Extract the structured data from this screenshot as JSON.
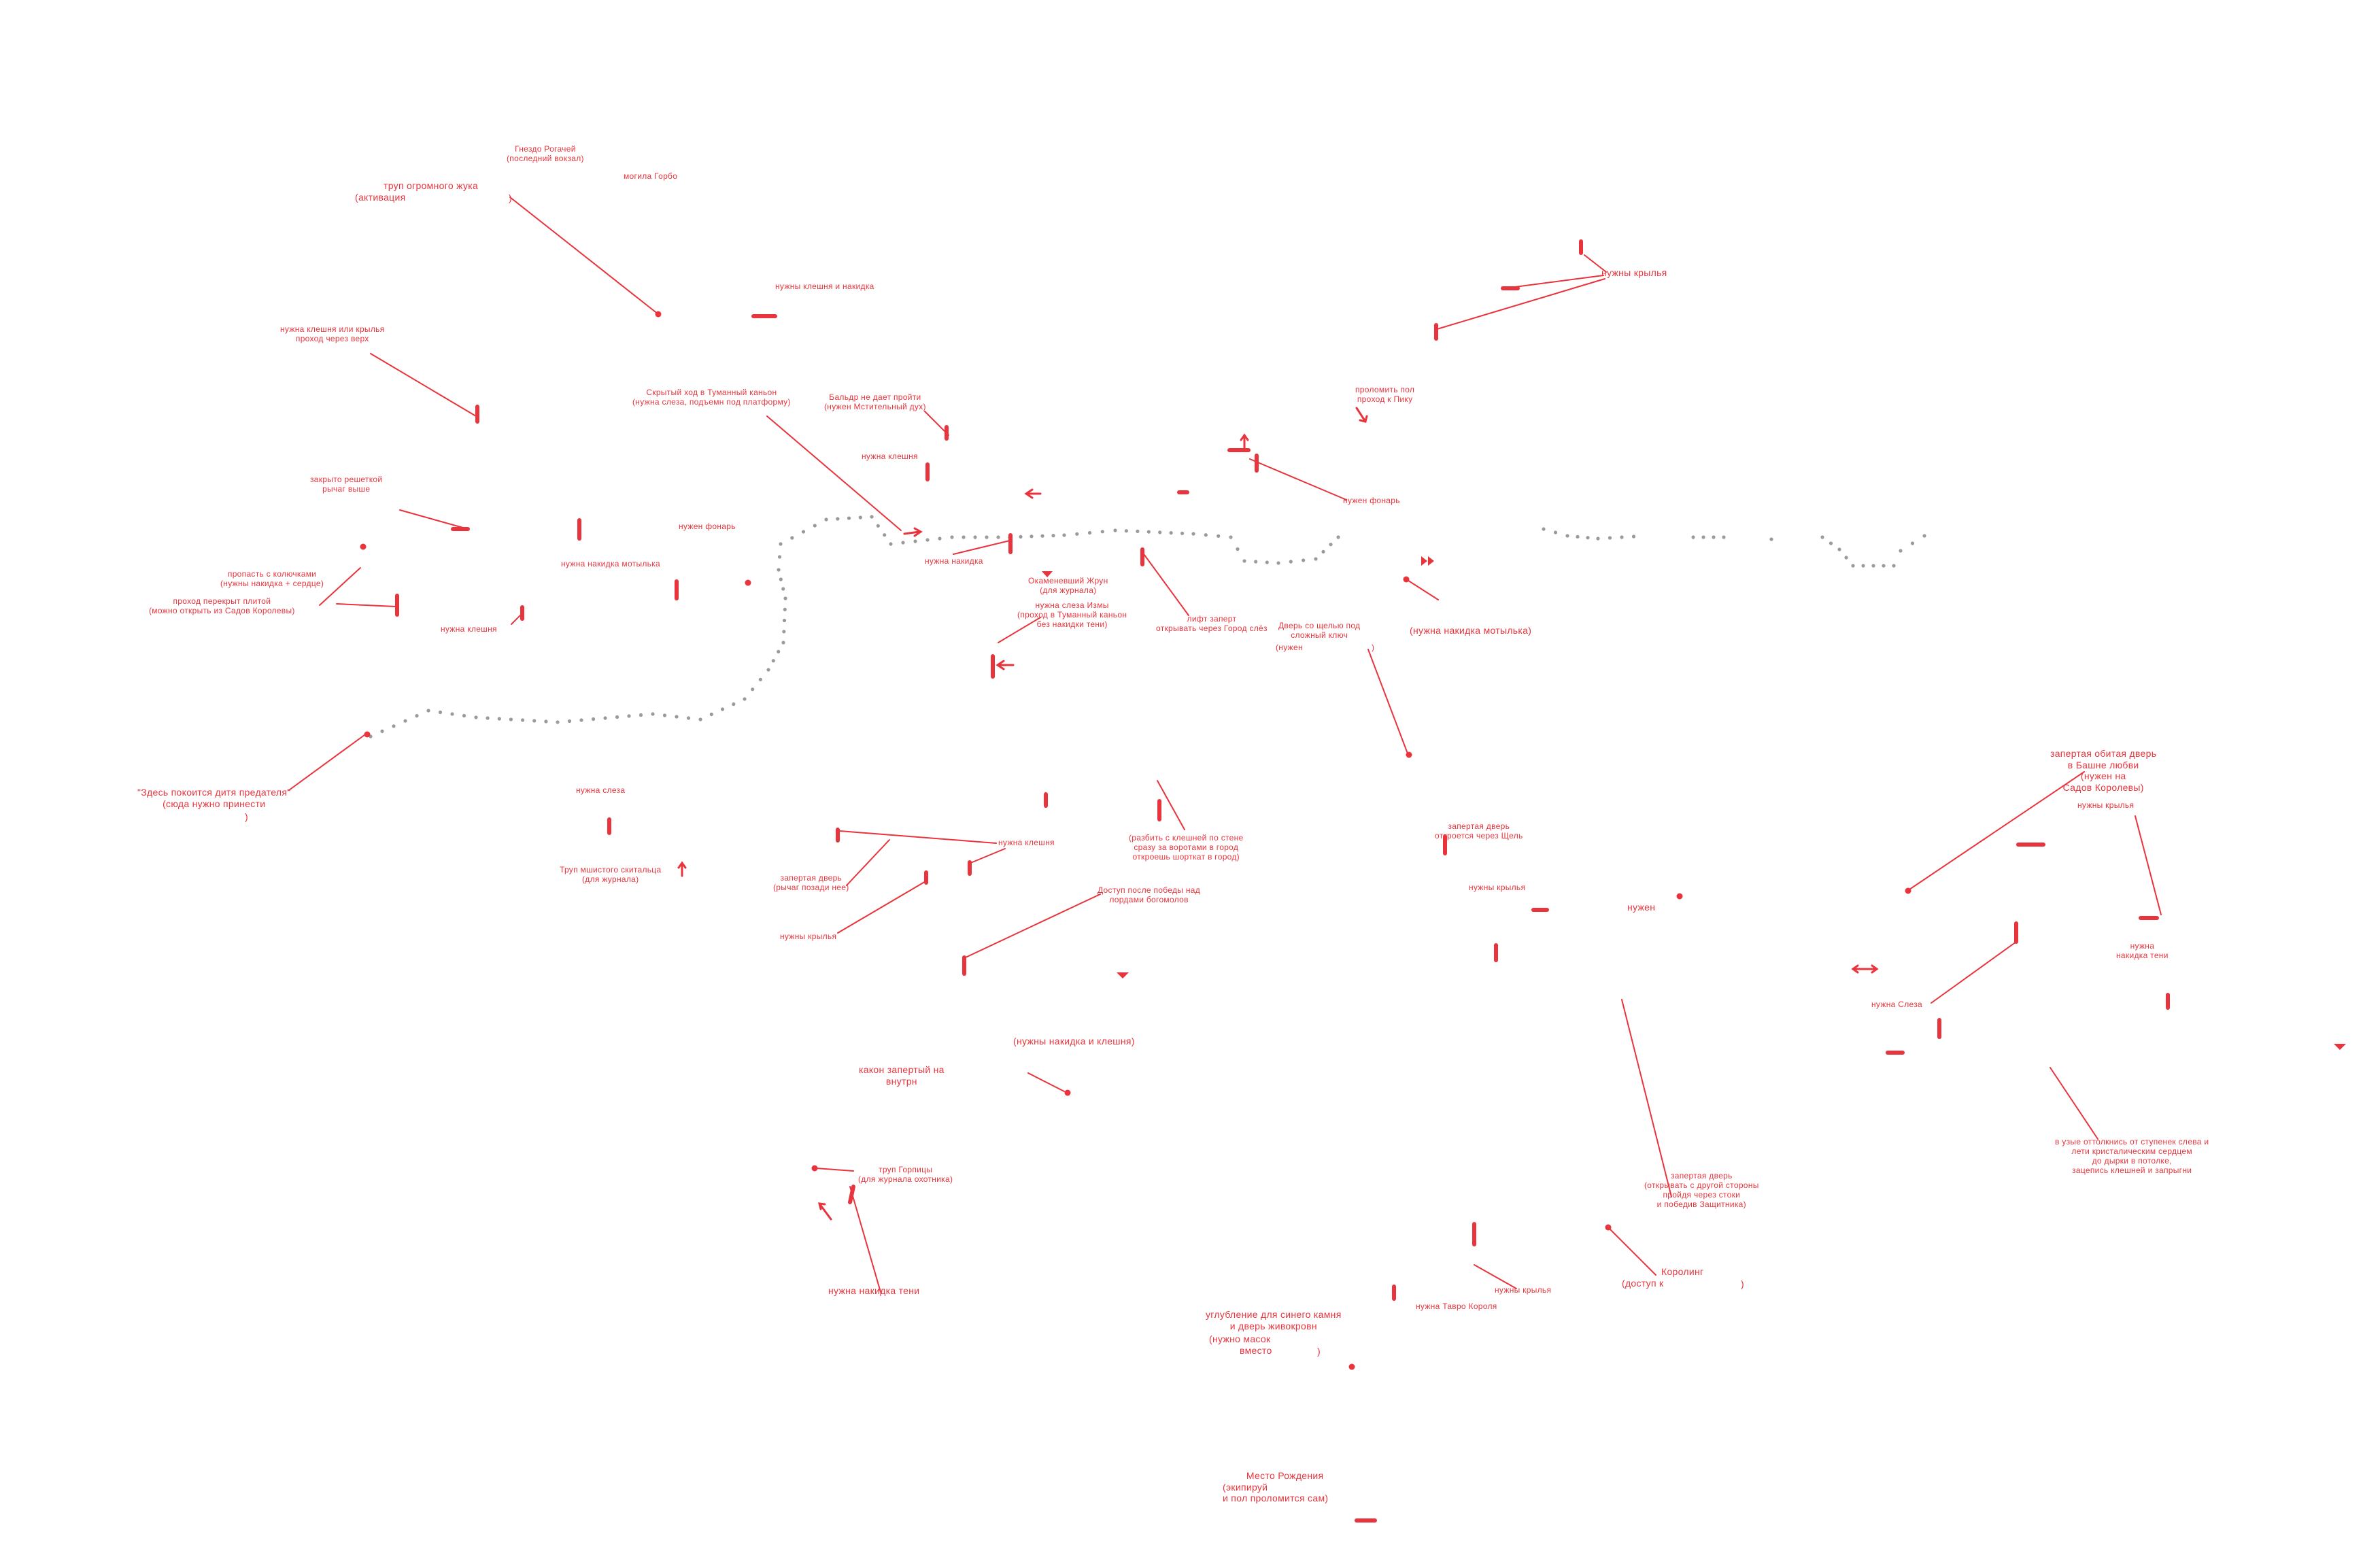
{
  "map": {
    "accent_color": "#e8343c",
    "path_color": "#9a9a9a",
    "labels": {
      "gnezdo": [
        "Гнездо Рогачей",
        "(последний вокзал)"
      ],
      "mogila_gorbo": [
        "могила Горбо"
      ],
      "trup_zhuka": [
        "труп огромного жука",
        "(активация",
        ")"
      ],
      "nuzhny_kleshnya_nakidka": [
        "нужны клешня и накидка"
      ],
      "kleshnya_ili_krylya": [
        "нужна клешня или крылья",
        "проход через верх"
      ],
      "skrytyy_khod": [
        "Скрытый ход в Туманный каньон",
        "(нужна слеза, подъемн под платформу)"
      ],
      "baldur": [
        "Бальдр не дает пройти",
        "(нужен Мстительный дух)"
      ],
      "nuzhna_kleshnya_1": [
        "нужна клешня"
      ],
      "zakryto_reshetkoy": [
        "закрыто решеткой",
        "рычаг выше"
      ],
      "nakidka_motylka_left": [
        "нужна накидка мотылька"
      ],
      "nuzhen_fonar_left": [
        "нужен фонарь"
      ],
      "propast": [
        "пропасть с колючками",
        "(нужны накидка + сердце)"
      ],
      "prokhod_perekryt": [
        "проход перекрыт плитой",
        "(можно открыть из Садов Королевы)"
      ],
      "nuzhna_kleshnya_2": [
        "нужна клешня"
      ],
      "nuzhna_nakidka": [
        "нужна накидка"
      ],
      "okamenevshiy": [
        "Окаменевший Жрун",
        "(для журнала)"
      ],
      "nuzhna_sleza_isma": [
        "нужна слеза Измы",
        "(проход в Туманный каньон",
        "без накидки тени)"
      ],
      "lift_zaperty": [
        "лифт заперт",
        "открывать через Город слёз"
      ],
      "dver_shchelyu": [
        "Дверь со щелью под",
        "сложный ключ",
        "(нужен",
        ")"
      ],
      "nuzhny_krylya_top": [
        "нужны крылья"
      ],
      "prolomit_pol": [
        "проломить пол",
        "проход к Пику"
      ],
      "nuzhen_fonar_right": [
        "нужен фонарь"
      ],
      "nakidka_motylka_right": [
        "(нужна накидка мотылька)"
      ],
      "zdes_pokoitsya": [
        "\"Здесь покоится дитя предателя\"",
        "(сюда нужно принести",
        ")"
      ],
      "nuzhna_sleza": [
        "нужна слеза"
      ],
      "trup_mshistogo": [
        "Труп мшистого скитальца",
        "(для журнала)"
      ],
      "nuzhna_kleshnya_3": [
        "нужна клешня"
      ],
      "zapertaya_dver_rychag": [
        "запертая дверь",
        "(рычаг позади нее)"
      ],
      "nuzhny_krylya_2": [
        "нужны крылья"
      ],
      "razbit_kleshnyey": [
        "(разбить с клешней по стене",
        "сразу за воротами в город",
        "откроешь шорткат в город)"
      ],
      "dostup_posle_pobedy": [
        "Доступ после победы над",
        "лордами богомолов"
      ],
      "zapertaya_dver_shchel": [
        "запертая дверь",
        "откроется через Щель"
      ],
      "nuzhny_krylya_3": [
        "нужны крылья"
      ],
      "nuzhen_mid": [
        "нужен"
      ],
      "nuzhny_nakidka_kleshnya": [
        "(нужны накидка и клешня)"
      ],
      "kakon_zaperty": [
        "какон запертый на",
        "внутрн"
      ],
      "trup_gorpitsy": [
        "труп Горпицы",
        "(для журнала охотника)"
      ],
      "nuzhna_nakidka_teni_low": [
        "нужна накидка тени"
      ],
      "zapertaya_dver_drugoy": [
        "запертая дверь",
        "(открывать с другой стороны",
        "пройдя через стоки",
        "и победив Защитника)"
      ],
      "nuzhny_krylya_4": [
        "нужны крылья"
      ],
      "nuzhna_tavro": [
        "нужна Тавро Короля"
      ],
      "koroling": [
        "Королинг",
        "(доступ к",
        ")"
      ],
      "uglublenie": [
        "углубление для синего камня",
        "и дверь живокровн",
        "(нужно          масок",
        "вместо",
        ")"
      ],
      "mesto_rozhdeniya": [
        "Место Рождения",
        "(экипируй",
        "и пол проломится сам)"
      ],
      "zapertaya_obitaya": [
        "запертая обитая дверь",
        "в Башне любви",
        "(нужен                    на",
        "Садов Королевы)"
      ],
      "nuzhny_krylya_5": [
        "нужны крылья"
      ],
      "nuzhna_nakidka_teni_right": [
        "нужна",
        "накидка тени"
      ],
      "nuzhna_sleza_right": [
        "нужна Слеза"
      ],
      "v_uzhe_ottolknis": [
        "в узые оттолкнись от ступенек слева и",
        "лети кристалическим сердцем",
        "до дырки в потолке,",
        "зацепись клешней и запрыгни"
      ]
    }
  }
}
